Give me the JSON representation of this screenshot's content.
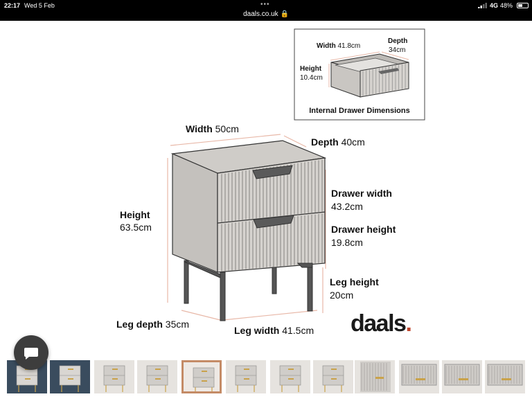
{
  "status_bar": {
    "time": "22:17",
    "date": "Wed 5 Feb",
    "network": "4G",
    "battery": "48%",
    "battery_level": 0.48
  },
  "browser": {
    "url": "daals.co.uk 🔒"
  },
  "inset": {
    "title": "Internal Drawer Dimensions",
    "width_label": "Width",
    "width_value": "41.8cm",
    "depth_label": "Depth",
    "depth_value": "34cm",
    "height_label": "Height",
    "height_value": "10.4cm"
  },
  "dimensions": {
    "width_label": "Width",
    "width_value": "50cm",
    "depth_label": "Depth",
    "depth_value": "40cm",
    "height_label": "Height",
    "height_value": "63.5cm",
    "drawer_width_label": "Drawer width",
    "drawer_width_value": "43.2cm",
    "drawer_height_label": "Drawer height",
    "drawer_height_value": "19.8cm",
    "leg_height_label": "Leg height",
    "leg_height_value": "20cm",
    "leg_depth_label": "Leg depth",
    "leg_depth_value": "35cm",
    "leg_width_label": "Leg width",
    "leg_width_value": "41.5cm"
  },
  "brand": {
    "name": "daals",
    "dot": "."
  },
  "colors": {
    "accent": "#c0472e",
    "furniture": "#d6d3cf",
    "outline": "#333333",
    "selected_thumb": "#c48b66",
    "dimension_line": "#e8b8a8"
  },
  "icons": {
    "chat": "chat-bubble-icon",
    "signal": "signal-bars-icon",
    "battery": "battery-icon"
  },
  "thumbnails": {
    "count": 12,
    "selected_index": 4
  }
}
